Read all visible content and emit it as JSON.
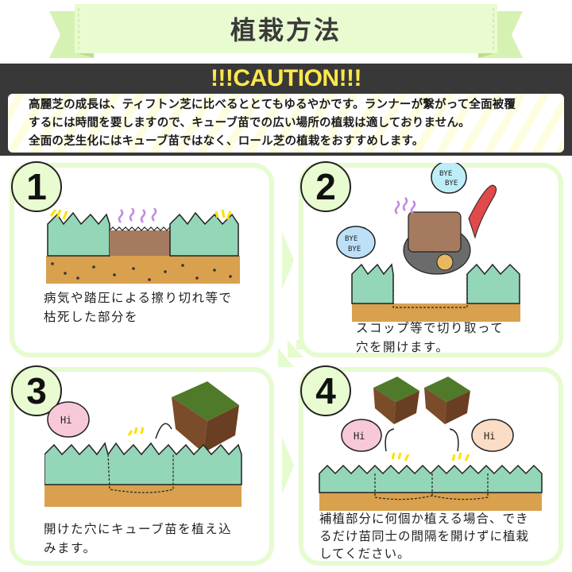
{
  "header": {
    "title": "植栽方法"
  },
  "caution": {
    "title": "!!!CAUTION!!!",
    "lines": [
      "高麗芝の成長は、ティフトン芝に比べるととてもゆるやかです。ランナーが繋がって全面被覆",
      "するには時間を要しますので、キューブ苗での広い場所の植栽は適しておりません。",
      "全面の芝生化にはキューブ苗ではなく、ロール芝の植栽をおすすめします。"
    ]
  },
  "steps": [
    {
      "number": "1",
      "caption_lines": [
        "病気や踏圧による擦り切れ等で",
        "枯死した部分を"
      ]
    },
    {
      "number": "2",
      "caption_lines": [
        "スコップ等で切り取って",
        "穴を開けます。"
      ],
      "bubbles": [
        "BYE BYE",
        "BYE BYE"
      ]
    },
    {
      "number": "3",
      "caption_lines": [
        "開けた穴にキューブ苗を植え込",
        "みます。"
      ],
      "bubbles": [
        "Hi"
      ]
    },
    {
      "number": "4",
      "caption_lines": [
        "補植部分に何個か植える場合、でき",
        "るだけ苗同士の間隔を開けずに植栽",
        "してください。"
      ],
      "bubbles": [
        "Hi",
        "Hi"
      ]
    }
  ],
  "colors": {
    "accent_green": "#e6fbd0",
    "caution_bg": "#383838",
    "caution_title": "#ffe74a",
    "grass": "#94d6b8",
    "soil": "#d9a04e",
    "dead_turf": "#a67a5e"
  }
}
